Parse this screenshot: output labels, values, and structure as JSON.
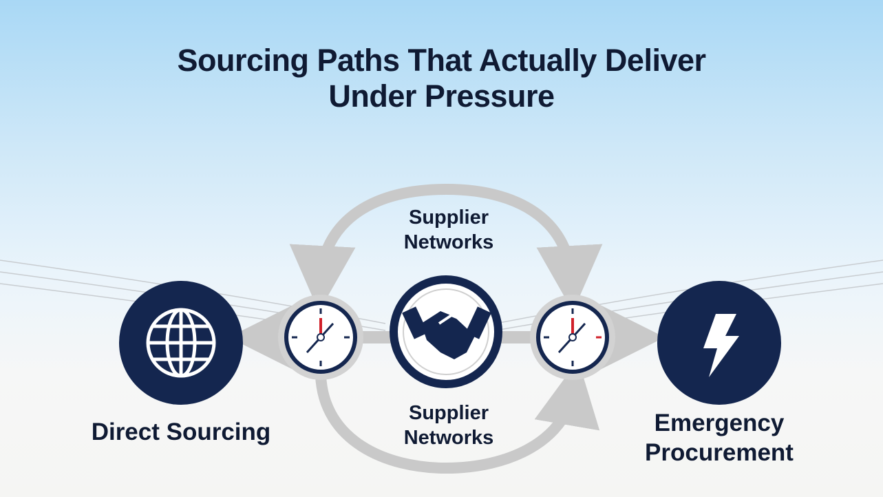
{
  "title": {
    "line1": "Sourcing Paths That Actually Deliver",
    "line2": "Under Pressure"
  },
  "nodes": {
    "left": {
      "label": "Direct Sourcing",
      "icon": "globe-icon"
    },
    "center": {
      "icon": "handshake-icon"
    },
    "right": {
      "line1": "Emergency",
      "line2": "Procurement",
      "icon": "lightning-icon"
    }
  },
  "arc_labels": {
    "top": {
      "line1": "Supplier",
      "line2": "Networks"
    },
    "bottom": {
      "line1": "Supplier",
      "line2": "Networks"
    }
  },
  "colors": {
    "navy": "#14264f",
    "arrow": "#c9c9c9",
    "accent": "#d0202a"
  }
}
